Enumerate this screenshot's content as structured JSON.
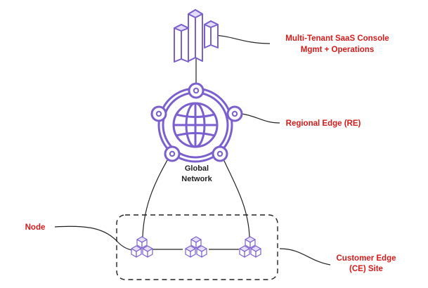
{
  "labels": {
    "saas_line1": "Multi-Tenant SaaS Console",
    "saas_line2": "Mgmt + Operations",
    "regional_edge": "Regional Edge (RE)",
    "global_line1": "Global",
    "global_line2": "Network",
    "node": "Node",
    "ce_line1": "Customer Edge",
    "ce_line2": "(CE) Site"
  },
  "colors": {
    "accent": "#7b5fcf",
    "label_red": "#d61a1a",
    "line": "#222222"
  },
  "icons": {
    "saas": "buildings-icon",
    "regional_edge": "globe-icon",
    "node": "cube-cluster-icon"
  }
}
